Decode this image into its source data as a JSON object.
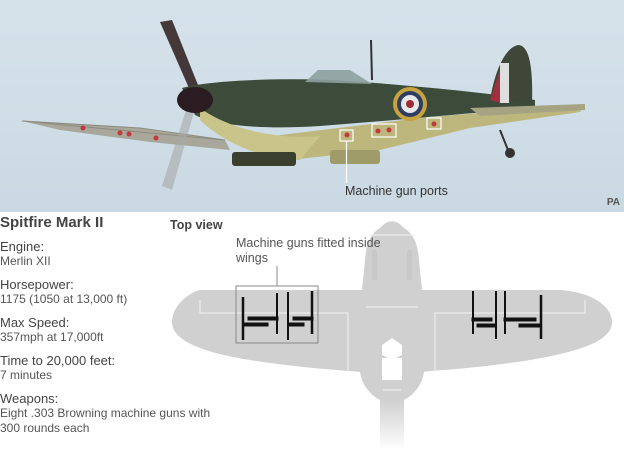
{
  "photo": {
    "caption": "Machine gun ports",
    "credit": "PA",
    "sky_color": "#d3e0e8"
  },
  "info": {
    "title": "Spitfire Mark II",
    "specs": [
      {
        "label": "Engine:",
        "value": "Merlin XII"
      },
      {
        "label": "Horsepower:",
        "value": "1175 (1050 at 13,000 ft)"
      },
      {
        "label": "Max Speed:",
        "value": "357mph at 17,000ft"
      },
      {
        "label": "Time to 20,000 feet:",
        "value": "7 minutes"
      },
      {
        "label": "Weapons:",
        "value": "Eight .303 Browning machine guns with 300 rounds each"
      }
    ]
  },
  "diagram": {
    "title": "Top view",
    "callout": "Machine guns fitted inside wings",
    "silhouette_color": "#d0d0d0",
    "gun_color": "#111111"
  }
}
